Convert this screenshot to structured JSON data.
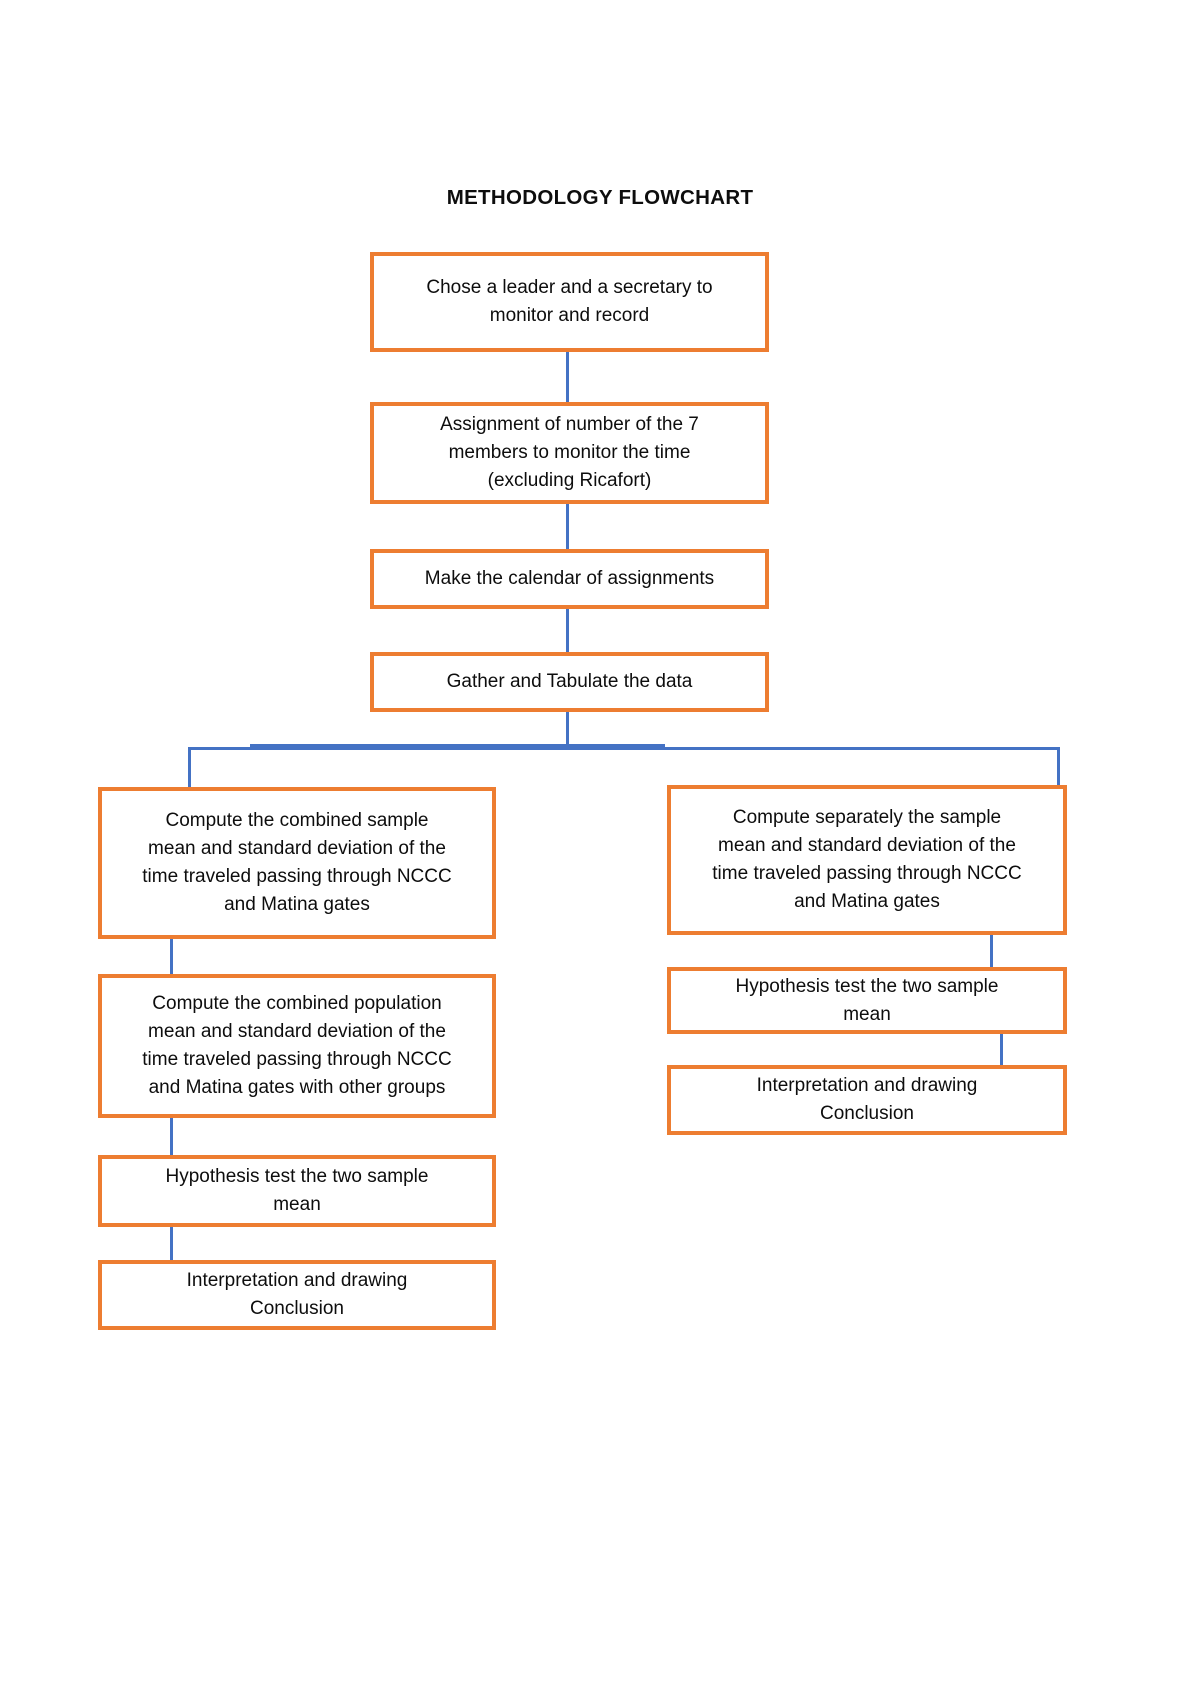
{
  "document": {
    "title": "METHODOLOGY FLOWCHART"
  },
  "theme": {
    "node_border_color": "#ED7D31",
    "node_fill_color": "#FFFFFF",
    "connector_color": "#4472C4",
    "text_color": "#0D0D0D",
    "page_background": "#FFFFFF"
  },
  "flowchart": {
    "type": "flowchart",
    "orientation": "top-down",
    "main_sequence": [
      {
        "id": "n1",
        "label": "Chose a leader and a secretary to\nmonitor and record"
      },
      {
        "id": "n2",
        "label": "Assignment of number of the 7\nmembers to monitor the time\n(excluding Ricafort)"
      },
      {
        "id": "n3",
        "label": "Make the calendar of assignments"
      },
      {
        "id": "n4",
        "label": "Gather and Tabulate the data"
      }
    ],
    "branches": [
      {
        "id": "left-branch",
        "side": "left",
        "nodes": [
          {
            "id": "l1",
            "label": "Compute the combined sample\nmean and standard deviation of the\ntime traveled passing through NCCC\nand Matina gates"
          },
          {
            "id": "l2",
            "label": "Compute the combined population\nmean and standard deviation of the\ntime traveled passing through NCCC\nand Matina gates with other groups"
          },
          {
            "id": "l3",
            "label": "Hypothesis test the two sample\nmean"
          },
          {
            "id": "l4",
            "label": "Interpretation and drawing\nConclusion"
          }
        ]
      },
      {
        "id": "right-branch",
        "side": "right",
        "nodes": [
          {
            "id": "r1",
            "label": "Compute separately the sample\nmean and standard deviation of the\ntime traveled passing through NCCC\nand Matina gates"
          },
          {
            "id": "r2",
            "label": "Hypothesis test the two sample\nmean"
          },
          {
            "id": "r3",
            "label": "Interpretation and drawing\nConclusion"
          }
        ]
      }
    ]
  }
}
